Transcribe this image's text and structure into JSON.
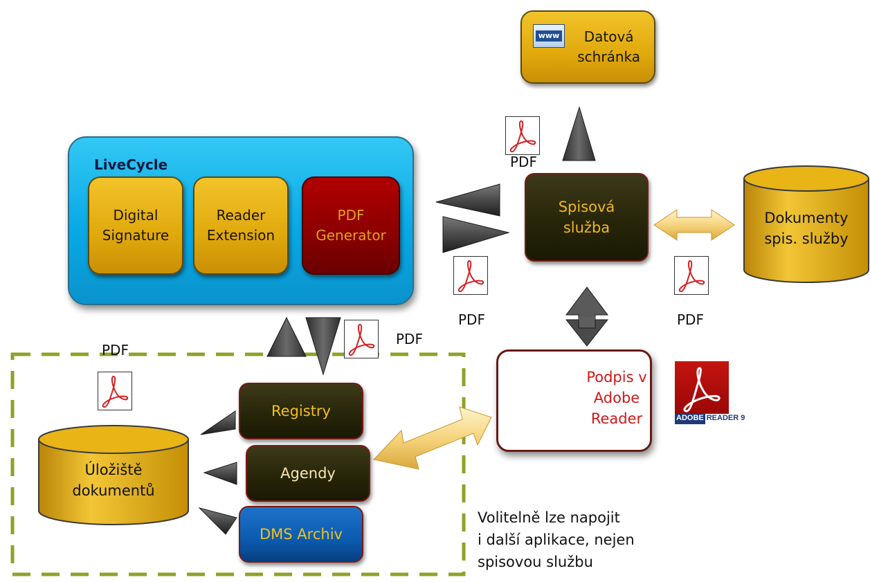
{
  "livecycle": {
    "title": "LiveCycle",
    "modules": [
      {
        "label": "Digital\nSignature"
      },
      {
        "label": "Reader\nExtension"
      },
      {
        "label": "PDF\nGenerator"
      }
    ]
  },
  "datova_schranka": {
    "label": "Datová\nschránka",
    "icon": "www-icon",
    "icon_text": "www"
  },
  "spisova_sluzba": {
    "label": "Spisová\nslužba"
  },
  "dokumenty": {
    "label": "Dokumenty\nspis. služby"
  },
  "podpis": {
    "label": "Podpis v\nAdobe\nReader"
  },
  "adobe_reader": {
    "brand_left": "ADOBE",
    "brand_right": "READER 9"
  },
  "uloziste": {
    "label": "Úložiště\ndokumentů"
  },
  "apps": {
    "registry": "Registry",
    "agendy": "Agendy",
    "dms": "DMS Archiv"
  },
  "pdf_labels": {
    "top": "PDF",
    "mid_left": "PDF",
    "mid_right": "PDF",
    "livecycle_down": "PDF",
    "storage": "PDF"
  },
  "note": "Volitelně lze napojit\ni další aplikace, nejen\nspisovou službu",
  "colors": {
    "livecycle_blue": "#08a9e6",
    "gold": "#e0a90c",
    "dark_red": "#8a0000",
    "dark_olive": "#262408",
    "dashed_border": "#8ea228",
    "arrow_gray": "#4a4a4a"
  }
}
